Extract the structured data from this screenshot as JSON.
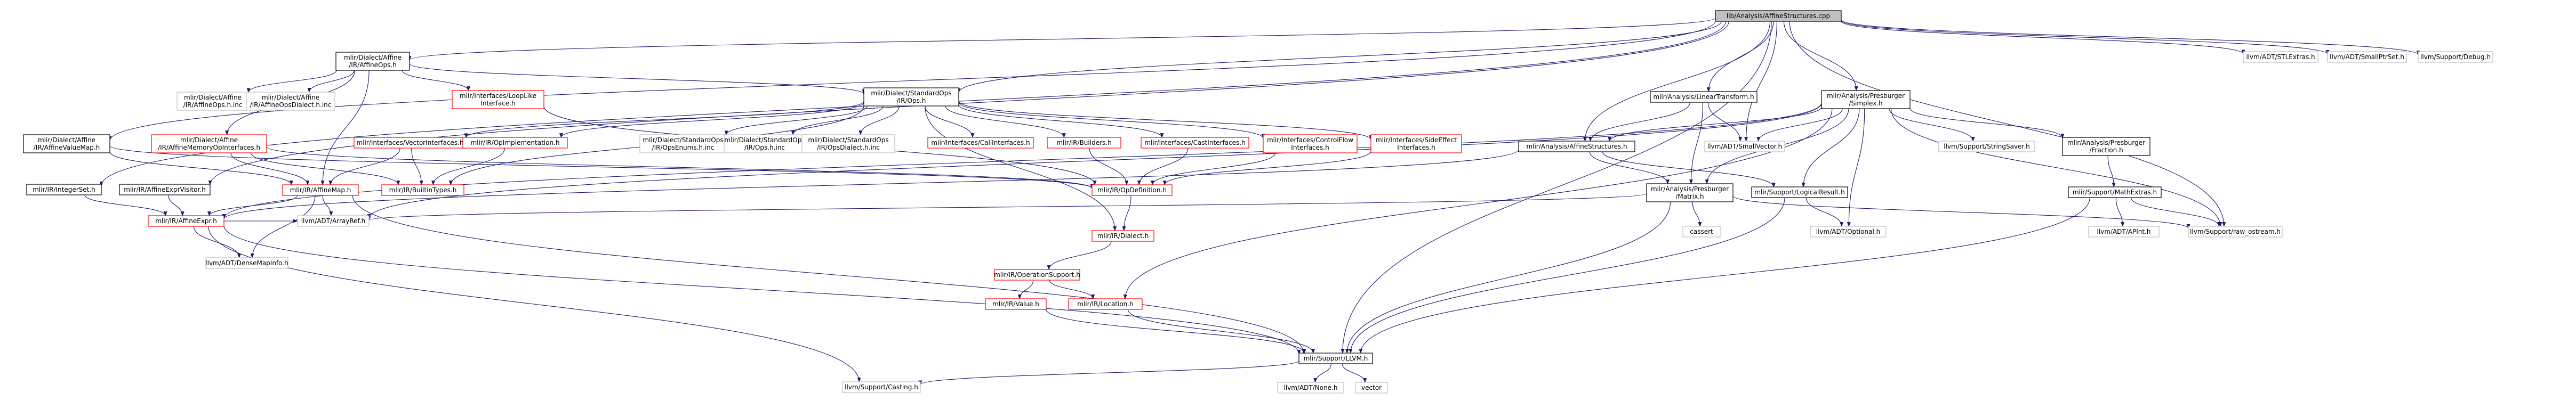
{
  "colors": {
    "background": "#ffffff",
    "root_fill": "#bfbfbf",
    "node_border_documented": "#000000",
    "node_border_has_more": "#ff0000",
    "node_border_external": "#bfbfbf",
    "edge": "#191970",
    "text": "#000000"
  },
  "nodes": [
    {
      "id": "root",
      "lines": [
        "lib/Analysis/AffineStructures.cpp"
      ],
      "style": "root"
    },
    {
      "id": "stlextras",
      "lines": [
        "llvm/ADT/STLExtras.h"
      ],
      "style": "external"
    },
    {
      "id": "smallptrset",
      "lines": [
        "llvm/ADT/SmallPtrSet.h"
      ],
      "style": "external"
    },
    {
      "id": "debug",
      "lines": [
        "llvm/Support/Debug.h"
      ],
      "style": "external"
    },
    {
      "id": "affineops",
      "lines": [
        "mlir/Dialect/Affine",
        "/IR/AffineOps.h"
      ],
      "style": "documented"
    },
    {
      "id": "affinevaluemap",
      "lines": [
        "mlir/Dialect/Affine",
        "/IR/AffineValueMap.h"
      ],
      "style": "documented"
    },
    {
      "id": "integerset",
      "lines": [
        "mlir/IR/IntegerSet.h"
      ],
      "style": "documented"
    },
    {
      "id": "affineopsinc",
      "lines": [
        "mlir/Dialect/Affine",
        "/IR/AffineOps.h.inc"
      ],
      "style": "external"
    },
    {
      "id": "affineopsdialectinc",
      "lines": [
        "mlir/Dialect/Affine",
        "/IR/AffineOpsDialect.h.inc"
      ],
      "style": "external"
    },
    {
      "id": "affinememoryop",
      "lines": [
        "mlir/Dialect/Affine",
        "/IR/AffineMemoryOpInterfaces.h"
      ],
      "style": "has_more"
    },
    {
      "id": "loopliketext",
      "lines": [
        "mlir/Interfaces/LoopLike",
        "Interface.h"
      ],
      "style": "has_more"
    },
    {
      "id": "standardops",
      "lines": [
        "mlir/Dialect/StandardOps",
        "/IR/Ops.h"
      ],
      "style": "documented"
    },
    {
      "id": "affineexprvisitor",
      "lines": [
        "mlir/IR/AffineExprVisitor.h"
      ],
      "style": "documented"
    },
    {
      "id": "affineexpr",
      "lines": [
        "mlir/IR/AffineExpr.h"
      ],
      "style": "has_more"
    },
    {
      "id": "affinemap",
      "lines": [
        "mlir/IR/AffineMap.h"
      ],
      "style": "has_more"
    },
    {
      "id": "arrayref",
      "lines": [
        "llvm/ADT/ArrayRef.h"
      ],
      "style": "external"
    },
    {
      "id": "densemapinfo",
      "lines": [
        "llvm/ADT/DenseMapInfo.h"
      ],
      "style": "external"
    },
    {
      "id": "vectorinterfaces",
      "lines": [
        "mlir/Interfaces/VectorInterfaces.h"
      ],
      "style": "has_more"
    },
    {
      "id": "opimplementation",
      "lines": [
        "mlir/IR/OpImplementation.h"
      ],
      "style": "has_more"
    },
    {
      "id": "builtintypes",
      "lines": [
        "mlir/IR/BuiltinTypes.h"
      ],
      "style": "has_more"
    },
    {
      "id": "opsenums",
      "lines": [
        "mlir/Dialect/StandardOps",
        "/IR/OpsEnums.h.inc"
      ],
      "style": "external"
    },
    {
      "id": "opsinc",
      "lines": [
        "mlir/Dialect/StandardOps",
        "/IR/Ops.h.inc"
      ],
      "style": "external"
    },
    {
      "id": "opsdialectinc",
      "lines": [
        "mlir/Dialect/StandardOps",
        "/IR/OpsDialect.h.inc"
      ],
      "style": "external"
    },
    {
      "id": "callinterfaces",
      "lines": [
        "mlir/Interfaces/CallInterfaces.h"
      ],
      "style": "has_more"
    },
    {
      "id": "builders",
      "lines": [
        "mlir/IR/Builders.h"
      ],
      "style": "has_more"
    },
    {
      "id": "castinterfaces",
      "lines": [
        "mlir/Interfaces/CastInterfaces.h"
      ],
      "style": "has_more"
    },
    {
      "id": "controlflow",
      "lines": [
        "mlir/Interfaces/ControlFlow",
        "Interfaces.h"
      ],
      "style": "has_more"
    },
    {
      "id": "sideeffect",
      "lines": [
        "mlir/Interfaces/SideEffect",
        "Interfaces.h"
      ],
      "style": "has_more"
    },
    {
      "id": "opdefinition",
      "lines": [
        "mlir/IR/OpDefinition.h"
      ],
      "style": "has_more"
    },
    {
      "id": "dialect",
      "lines": [
        "mlir/IR/Dialect.h"
      ],
      "style": "has_more"
    },
    {
      "id": "operationsupport",
      "lines": [
        "mlir/IR/OperationSupport.h"
      ],
      "style": "has_more"
    },
    {
      "id": "value",
      "lines": [
        "mlir/IR/Value.h"
      ],
      "style": "has_more"
    },
    {
      "id": "location",
      "lines": [
        "mlir/IR/Location.h"
      ],
      "style": "has_more"
    },
    {
      "id": "llvmh",
      "lines": [
        "mlir/Support/LLVM.h"
      ],
      "style": "documented"
    },
    {
      "id": "casting",
      "lines": [
        "llvm/Support/Casting.h"
      ],
      "style": "external"
    },
    {
      "id": "none",
      "lines": [
        "llvm/ADT/None.h"
      ],
      "style": "external"
    },
    {
      "id": "vector",
      "lines": [
        "vector"
      ],
      "style": "external"
    },
    {
      "id": "lineartransform",
      "lines": [
        "mlir/Analysis/LinearTransform.h"
      ],
      "style": "documented"
    },
    {
      "id": "affinestructuresh",
      "lines": [
        "mlir/Analysis/AffineStructures.h"
      ],
      "style": "documented"
    },
    {
      "id": "simplex",
      "lines": [
        "mlir/Analysis/Presburger",
        "/Simplex.h"
      ],
      "style": "documented"
    },
    {
      "id": "smallvector",
      "lines": [
        "llvm/ADT/SmallVector.h"
      ],
      "style": "external"
    },
    {
      "id": "presburgermatrix",
      "lines": [
        "mlir/Analysis/Presburger",
        "/Matrix.h"
      ],
      "style": "documented"
    },
    {
      "id": "logicalresult",
      "lines": [
        "mlir/Support/LogicalResult.h"
      ],
      "style": "documented"
    },
    {
      "id": "cassert",
      "lines": [
        "cassert"
      ],
      "style": "external"
    },
    {
      "id": "optional",
      "lines": [
        "llvm/ADT/Optional.h"
      ],
      "style": "external"
    },
    {
      "id": "stringsaver",
      "lines": [
        "llvm/Support/StringSaver.h"
      ],
      "style": "external"
    },
    {
      "id": "fraction",
      "lines": [
        "mlir/Analysis/Presburger",
        "/Fraction.h"
      ],
      "style": "documented"
    },
    {
      "id": "mathextras",
      "lines": [
        "mlir/Support/MathExtras.h"
      ],
      "style": "documented"
    },
    {
      "id": "apint",
      "lines": [
        "llvm/ADT/APInt.h"
      ],
      "style": "external"
    },
    {
      "id": "rawostream",
      "lines": [
        "llvm/Support/raw_ostream.h"
      ],
      "style": "external"
    }
  ],
  "edges": [
    [
      "root",
      "stlextras"
    ],
    [
      "root",
      "smallptrset"
    ],
    [
      "root",
      "debug"
    ],
    [
      "root",
      "affineops"
    ],
    [
      "root",
      "affinevaluemap"
    ],
    [
      "root",
      "integerset"
    ],
    [
      "root",
      "standardops"
    ],
    [
      "root",
      "affineexprvisitor"
    ],
    [
      "root",
      "lineartransform"
    ],
    [
      "root",
      "affinestructuresh"
    ],
    [
      "root",
      "simplex"
    ],
    [
      "root",
      "smallvector"
    ],
    [
      "root",
      "llvmh"
    ],
    [
      "root",
      "rawostream"
    ],
    [
      "affineops",
      "affineopsinc"
    ],
    [
      "affineops",
      "affineopsdialectinc"
    ],
    [
      "affineops",
      "affinememoryop"
    ],
    [
      "affineops",
      "loopliketext"
    ],
    [
      "affineops",
      "standardops"
    ],
    [
      "affineops",
      "affinemap"
    ],
    [
      "affinevaluemap",
      "affinemap"
    ],
    [
      "affinevaluemap",
      "opdefinition"
    ],
    [
      "integerset",
      "affineexpr"
    ],
    [
      "affinememoryop",
      "affinemap"
    ],
    [
      "affinememoryop",
      "builtintypes"
    ],
    [
      "affinememoryop",
      "opdefinition"
    ],
    [
      "loopliketext",
      "opdefinition"
    ],
    [
      "standardops",
      "vectorinterfaces"
    ],
    [
      "standardops",
      "opimplementation"
    ],
    [
      "standardops",
      "opsenums"
    ],
    [
      "standardops",
      "opsinc"
    ],
    [
      "standardops",
      "opsdialectinc"
    ],
    [
      "standardops",
      "callinterfaces"
    ],
    [
      "standardops",
      "builders"
    ],
    [
      "standardops",
      "castinterfaces"
    ],
    [
      "standardops",
      "controlflow"
    ],
    [
      "standardops",
      "sideeffect"
    ],
    [
      "standardops",
      "dialect"
    ],
    [
      "standardops",
      "builtintypes"
    ],
    [
      "affineexprvisitor",
      "affineexpr"
    ],
    [
      "affineexpr",
      "arrayref"
    ],
    [
      "affineexpr",
      "densemapinfo"
    ],
    [
      "affineexpr",
      "llvmh"
    ],
    [
      "affineexpr",
      "casting"
    ],
    [
      "affinemap",
      "affineexpr"
    ],
    [
      "affinemap",
      "arrayref"
    ],
    [
      "affinemap",
      "densemapinfo"
    ],
    [
      "affinemap",
      "llvmh"
    ],
    [
      "vectorinterfaces",
      "affinemap"
    ],
    [
      "vectorinterfaces",
      "builtintypes"
    ],
    [
      "opimplementation",
      "builtintypes"
    ],
    [
      "builders",
      "opdefinition"
    ],
    [
      "castinterfaces",
      "opdefinition"
    ],
    [
      "controlflow",
      "opdefinition"
    ],
    [
      "sideeffect",
      "opdefinition"
    ],
    [
      "opdefinition",
      "dialect"
    ],
    [
      "dialect",
      "operationsupport"
    ],
    [
      "operationsupport",
      "value"
    ],
    [
      "operationsupport",
      "location"
    ],
    [
      "value",
      "llvmh"
    ],
    [
      "location",
      "llvmh"
    ],
    [
      "llvmh",
      "casting"
    ],
    [
      "llvmh",
      "none"
    ],
    [
      "llvmh",
      "vector"
    ],
    [
      "lineartransform",
      "affinestructuresh"
    ],
    [
      "lineartransform",
      "presburgermatrix"
    ],
    [
      "lineartransform",
      "smallvector"
    ],
    [
      "affinestructuresh",
      "presburgermatrix"
    ],
    [
      "affinestructuresh",
      "logicalresult"
    ],
    [
      "affinestructuresh",
      "affineexpr"
    ],
    [
      "simplex",
      "affinestructuresh"
    ],
    [
      "simplex",
      "presburgermatrix"
    ],
    [
      "simplex",
      "logicalresult"
    ],
    [
      "simplex",
      "smallvector"
    ],
    [
      "simplex",
      "stringsaver"
    ],
    [
      "simplex",
      "fraction"
    ],
    [
      "simplex",
      "optional"
    ],
    [
      "simplex",
      "rawostream"
    ],
    [
      "simplex",
      "location"
    ],
    [
      "simplex",
      "affineexpr"
    ],
    [
      "simplex",
      "arrayref"
    ],
    [
      "presburgermatrix",
      "cassert"
    ],
    [
      "presburgermatrix",
      "llvmh"
    ],
    [
      "presburgermatrix",
      "arrayref"
    ],
    [
      "presburgermatrix",
      "rawostream"
    ],
    [
      "logicalresult",
      "optional"
    ],
    [
      "logicalresult",
      "llvmh"
    ],
    [
      "fraction",
      "mathextras"
    ],
    [
      "mathextras",
      "apint"
    ],
    [
      "mathextras",
      "rawostream"
    ],
    [
      "mathextras",
      "llvmh"
    ]
  ]
}
